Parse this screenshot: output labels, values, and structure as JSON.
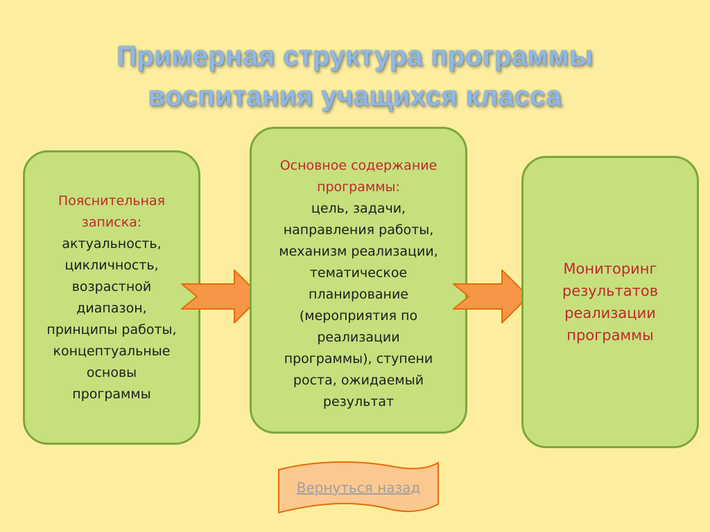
{
  "title": {
    "line1": "Примерная структура программы",
    "line2": "воспитания учащихся класса"
  },
  "boxes": {
    "left": {
      "heading": [
        "Пояснительная",
        "записка:"
      ],
      "lines": [
        "актуальность,",
        "цикличность,",
        "возрастной",
        "диапазон,",
        "принципы работы,",
        "концептуальные",
        "основы",
        "программы"
      ]
    },
    "center": {
      "heading": [
        "Основное содержание",
        "программы:"
      ],
      "lines": [
        "цель, задачи,",
        "направления работы,",
        "механизм реализации,",
        "тематическое",
        "планирование",
        "(мероприятия по",
        "реализации",
        "программы), ступени",
        "роста, ожидаемый",
        "результат"
      ]
    },
    "right": {
      "heading": [
        "Мониторинг",
        "результатов",
        "реализации",
        "программы"
      ]
    }
  },
  "back_button": {
    "label": "Вернуться назад"
  },
  "colors": {
    "background": "#fdee9f",
    "box_fill": "#c6e07d",
    "box_border": "#7da63c",
    "heading_text": "#c0282b",
    "arrow_fill": "#f79646",
    "button_fill": "#fbc88f",
    "button_border": "#e46c0a"
  }
}
